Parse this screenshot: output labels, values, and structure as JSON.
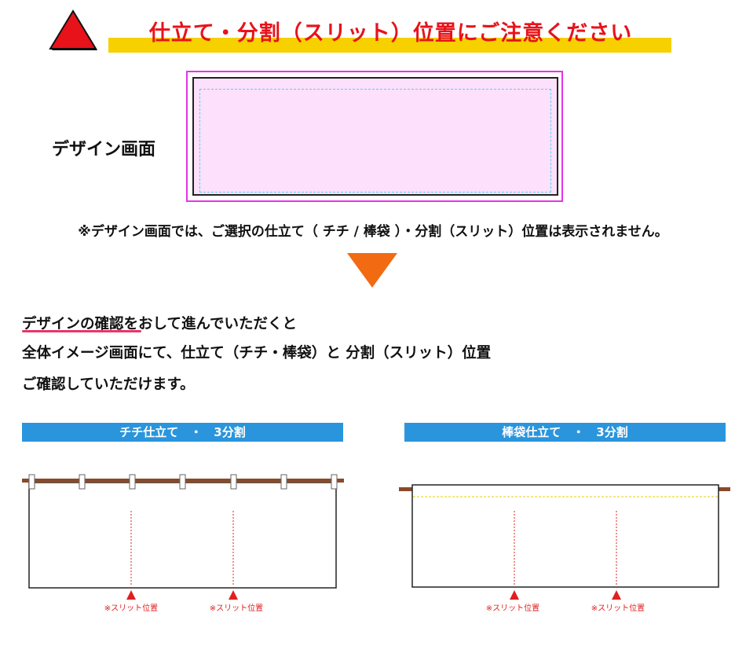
{
  "header": {
    "title": "仕立て・分割（スリット）位置にご注意ください",
    "warning_icon": "warning-triangle-icon",
    "colors": {
      "title": "#e8121a",
      "bar": "#f7d000",
      "triangle": "#e8121a"
    }
  },
  "design_screen": {
    "label": "デザイン画面",
    "colors": {
      "bleed_border": "#e633e6",
      "fill": "#fde0fb",
      "safe_line": "#56d4f0"
    }
  },
  "note": "※デザイン画面では、ご選択の仕立て（ チチ / 棒袋 ）・分割（スリット）位置は表示されません。",
  "arrow": {
    "icon": "down-arrow-icon",
    "color": "#f26a12"
  },
  "instructions": {
    "line1_highlight": "デザインの確認",
    "line1_rest": "をおして進んでいただくと",
    "line2": "全体イメージ画面にて、仕立て（チチ・棒袋）と 分割（スリット）位置",
    "line3": "ご確認していただけます。"
  },
  "examples": [
    {
      "title": "チチ仕立て　・　3分割",
      "slit_labels": [
        "※スリット位置",
        "※スリット位置"
      ]
    },
    {
      "title": "棒袋仕立て　・　3分割",
      "slit_labels": [
        "※スリット位置",
        "※スリット位置"
      ]
    }
  ],
  "colors": {
    "section_header": "#2a95dc",
    "slit": "#e02020",
    "pole": "#8a4a2a",
    "sleeve_line": "#e8d200"
  }
}
